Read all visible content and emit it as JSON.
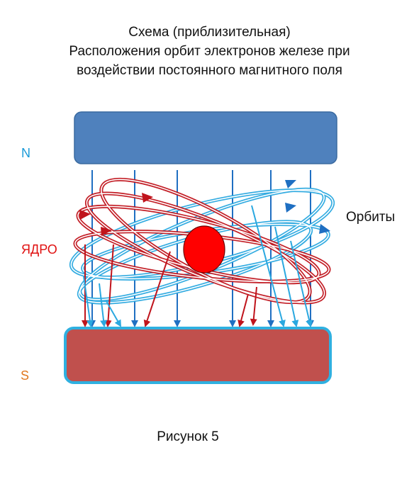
{
  "title": {
    "line1": "Схема  (приблизительная)",
    "line2": "Расположения орбит электронов железе при",
    "line3": "воздействии постоянного магнитного поля"
  },
  "labels": {
    "north": "N",
    "south": "S",
    "nucleus": "ЯДРО",
    "orbits": "Орбиты"
  },
  "caption": "Рисунок 5",
  "colors": {
    "north_pole": "#4f81bd",
    "south_pole": "#c0504d",
    "south_pole_border": "#2fb0e0",
    "nucleus": "#ff0000",
    "red_orbit": "#c0141c",
    "blue_orbit": "#2aa8e0",
    "field_line": "#1f6fc2",
    "north_label": "#1a9ad8",
    "south_label": "#e07820",
    "nucleus_label": "#e01010"
  }
}
